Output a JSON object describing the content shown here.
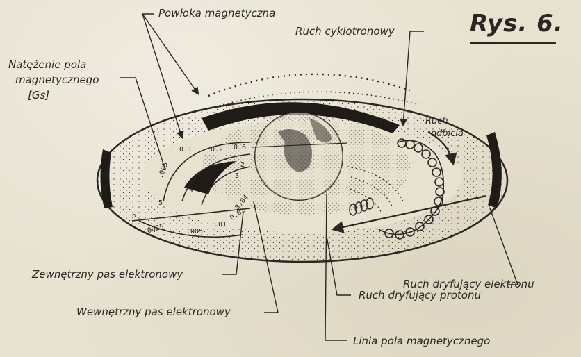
{
  "figure_title": "Rys. 6.",
  "labels": {
    "magnetic_shell": "Powłoka magnetyczna",
    "cyclotron_motion": "Ruch cyklotronowy",
    "field_strength_line1": "Natężenie pola",
    "field_strength_line2": "magnetycznego",
    "field_strength_line3": "[Gs]",
    "reflection_motion_line1": "Ruch",
    "reflection_motion_line2": "odbicia",
    "outer_belt": "Zewnętrzny pas elektronowy",
    "inner_belt": "Wewnętrzny pas elektronowy",
    "electron_drift": "Ruch dryfujący elektronu",
    "proton_drift": "Ruch dryfujący protonu",
    "field_line": "Linia pola magnetycznego"
  },
  "scale_ticks": {
    "upper": [
      "0.1",
      "0.2",
      "0.6"
    ],
    "left": [
      ".005",
      "5",
      "6",
      "4",
      "3",
      "2"
    ],
    "lower": [
      ".0025",
      ".005",
      ".01",
      "0.02",
      "0.04"
    ]
  }
}
